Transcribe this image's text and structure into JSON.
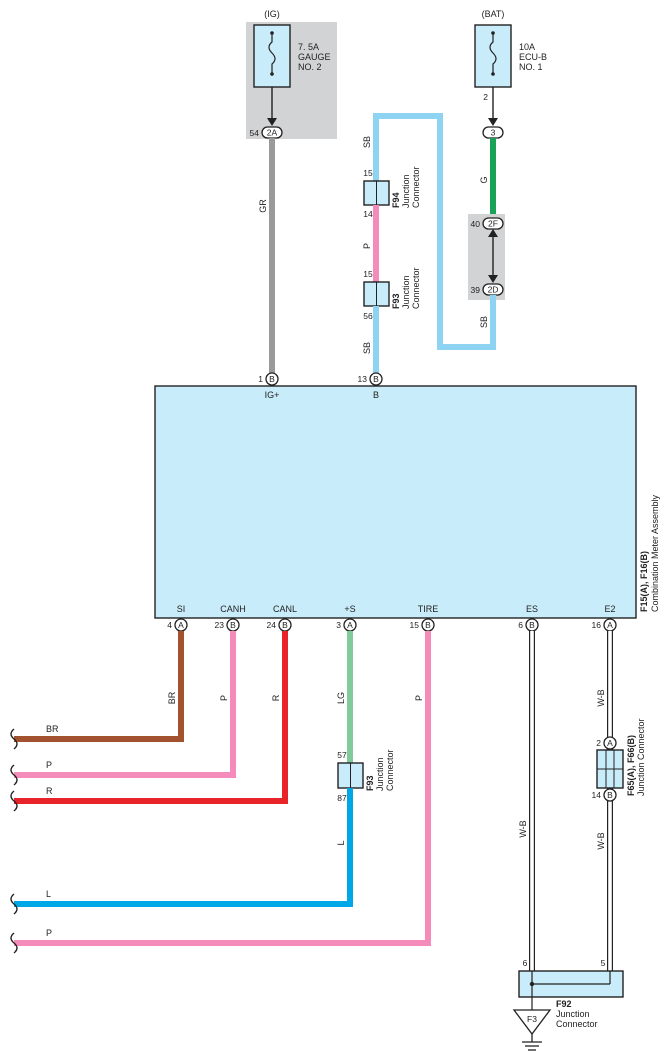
{
  "fuses": {
    "ig": {
      "source": "(IG)",
      "line1": "7. 5A",
      "line2": "GAUGE",
      "line3": "NO. 2"
    },
    "bat": {
      "source": "(BAT)",
      "line1": "10A",
      "line2": "ECU-B",
      "line3": "NO. 1",
      "pin": "2"
    }
  },
  "connectors": {
    "c2a": {
      "code": "2A",
      "pin": "54"
    },
    "c3": {
      "code": "3"
    },
    "c2f": {
      "code": "2F",
      "pin": "40"
    },
    "c2d": {
      "code": "2D",
      "pin": "39"
    },
    "f94": {
      "name": "F94",
      "desc1": "Junction",
      "desc2": "Connector",
      "pin_top": "15",
      "pin_bottom": "14"
    },
    "f93_top": {
      "name": "F93",
      "desc1": "Junction",
      "desc2": "Connector",
      "pin_top": "15",
      "pin_bottom": "56"
    },
    "f93_bottom": {
      "name": "F93",
      "desc1": "Junction",
      "desc2": "Connector",
      "pin_top": "57",
      "pin_bottom": "87"
    },
    "f65": {
      "name": "F65(A), F66(B)",
      "desc": "Junction Connector",
      "pin_top": "2",
      "pin_bottom": "14",
      "tag_top": "A",
      "tag_bottom": "B"
    },
    "f92": {
      "name": "F92",
      "desc1": "Junction",
      "desc2": "Connector",
      "pin_left": "6",
      "pin_right": "5"
    },
    "f3": {
      "name": "F3"
    }
  },
  "meter": {
    "name": "F15(A), F16(B)",
    "desc": "Combination Meter Assembly",
    "top_pins": [
      {
        "num": "1",
        "tag": "B",
        "label": "IG+"
      },
      {
        "num": "13",
        "tag": "B",
        "label": "B"
      }
    ],
    "bottom_pins": [
      {
        "num": "4",
        "tag": "A",
        "label": "SI"
      },
      {
        "num": "23",
        "tag": "B",
        "label": "CANH"
      },
      {
        "num": "24",
        "tag": "B",
        "label": "CANL"
      },
      {
        "num": "3",
        "tag": "A",
        "label": "+S"
      },
      {
        "num": "15",
        "tag": "B",
        "label": "TIRE"
      },
      {
        "num": "6",
        "tag": "B",
        "label": "ES"
      },
      {
        "num": "16",
        "tag": "A",
        "label": "E2"
      }
    ]
  },
  "wires": {
    "gr": "GR",
    "sb1": "SB",
    "p1": "P",
    "sb2": "SB",
    "g": "G",
    "sb3": "SB",
    "br": "BR",
    "p2": "P",
    "r": "R",
    "lg": "LG",
    "l": "L",
    "p3": "P",
    "wb1": "W-B",
    "wb2": "W-B",
    "wb3": "W-B"
  },
  "ends": {
    "br": "BR",
    "p": "P",
    "r": "R",
    "l": "L",
    "p2": "P"
  },
  "colors": {
    "gray": "#9a9a9a",
    "sky": "#8fd3f2",
    "pink": "#f48bbb",
    "green": "#1aa357",
    "brown": "#a3522f",
    "red": "#e8232a",
    "lightgreen": "#7fcb9a",
    "blue": "#00a7e6",
    "module": "#c9ecfa",
    "fuse_bg": "#d2d3d5"
  }
}
